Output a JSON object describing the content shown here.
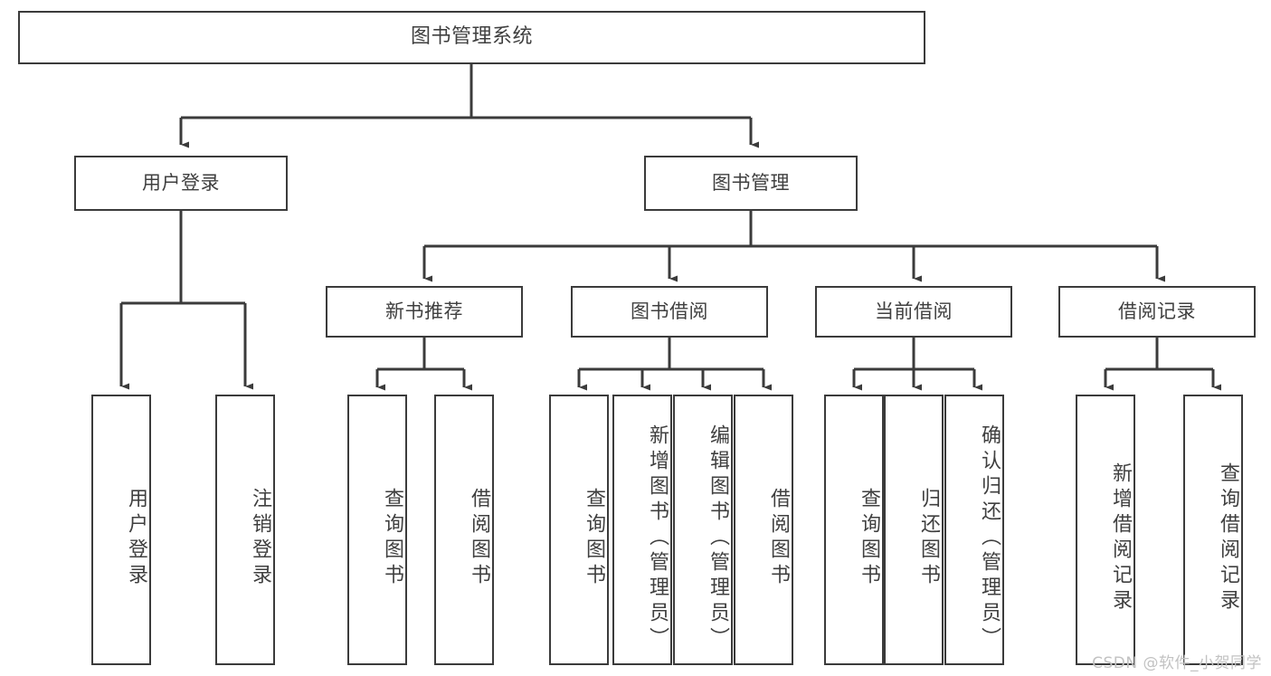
{
  "diagram": {
    "title": "图书管理系统",
    "type": "functional-structure-tree",
    "watermark": "CSDN @软件_小贺同学",
    "colors": {
      "box_border": "#3b3b3b",
      "box_fill": "#ffffff",
      "text": "#3f3f3f",
      "connector": "#3b3b3b",
      "watermark": "#c2c2c2",
      "background": "#ffffff"
    },
    "root": {
      "label": "图书管理系统"
    },
    "level2": [
      {
        "label": "用户登录"
      },
      {
        "label": "图书管理"
      }
    ],
    "level3": [
      {
        "label": "新书推荐"
      },
      {
        "label": "图书借阅"
      },
      {
        "label": "当前借阅"
      },
      {
        "label": "借阅记录"
      }
    ],
    "leaves": {
      "user_login": [
        {
          "label": "用户登录"
        },
        {
          "label": "注销登录"
        }
      ],
      "new_book_recommend": [
        {
          "label": "查询图书"
        },
        {
          "label": "借阅图书"
        }
      ],
      "book_borrow": [
        {
          "label": "查询图书"
        },
        {
          "label": "新增图书（管理员）"
        },
        {
          "label": "编辑图书（管理员）"
        },
        {
          "label": "借阅图书"
        }
      ],
      "current_borrow": [
        {
          "label": "查询图书"
        },
        {
          "label": "归还图书"
        },
        {
          "label": "确认归还（管理员）"
        }
      ],
      "borrow_record": [
        {
          "label": "新增借阅记录"
        },
        {
          "label": "查询借阅记录"
        }
      ]
    }
  }
}
